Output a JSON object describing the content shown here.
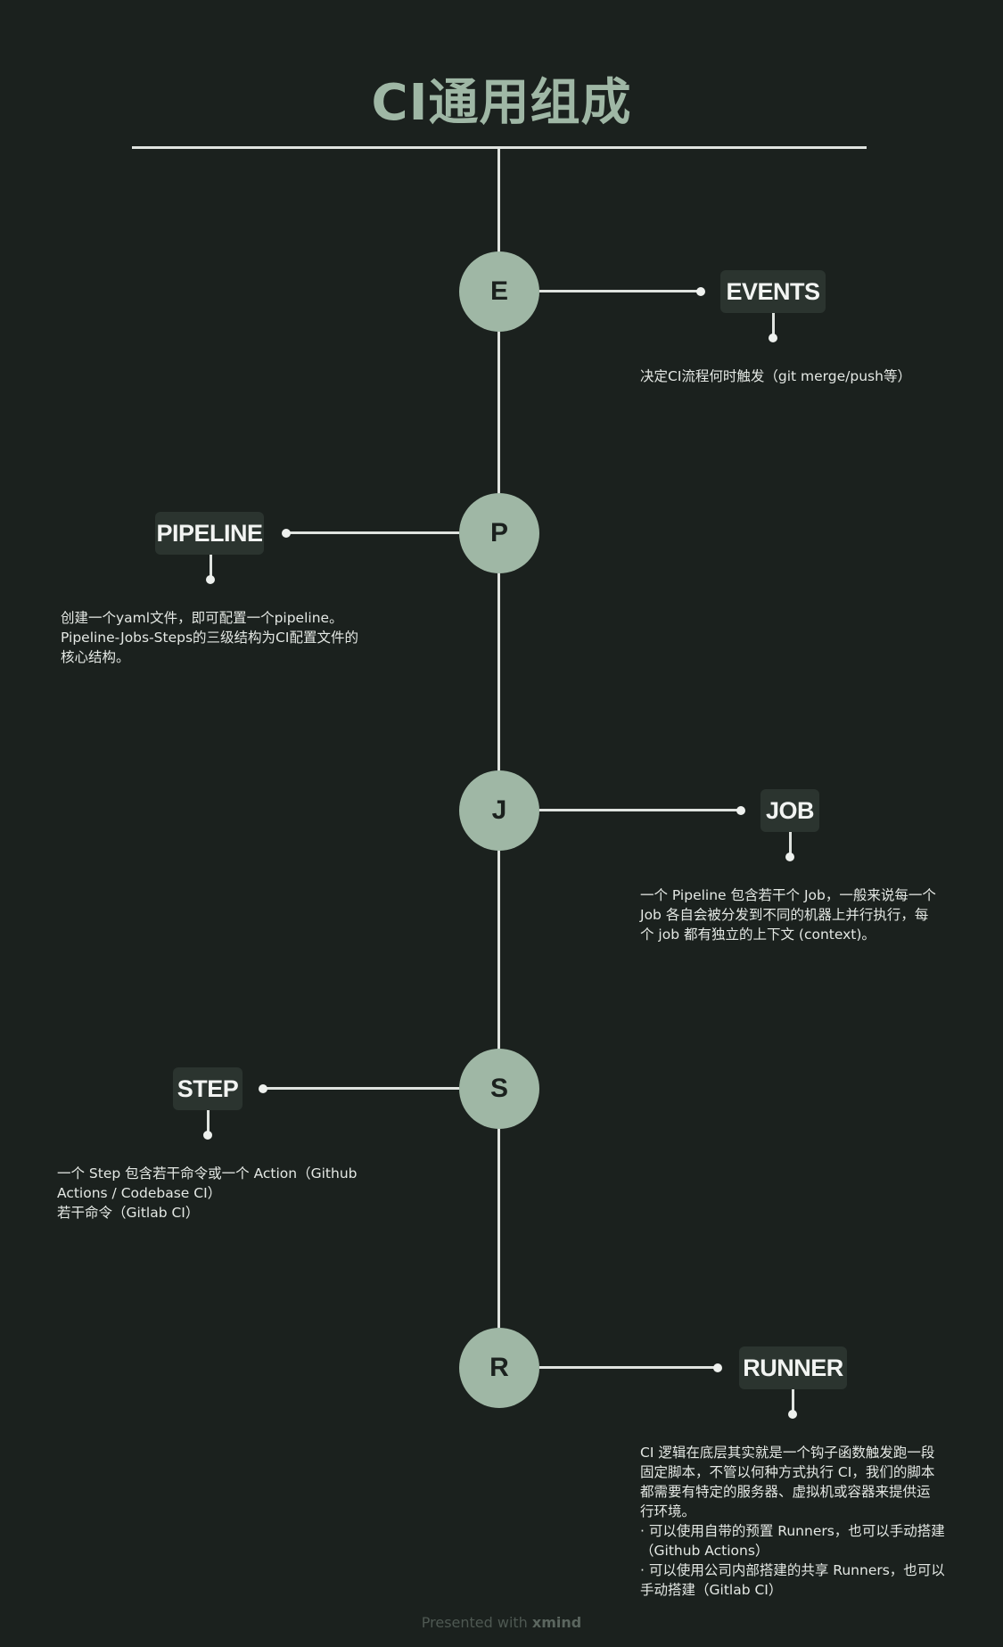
{
  "title": "CI通用组成",
  "nodes": [
    {
      "letter": "E",
      "label": "EVENTS",
      "desc": [
        "决定CI流程何时触发（git merge/push等）"
      ]
    },
    {
      "letter": "P",
      "label": "PIPELINE",
      "desc": [
        "创建一个yaml文件，即可配置一个pipeline。",
        "Pipeline-Jobs-Steps的三级结构为CI配置文件的",
        "核心结构。"
      ]
    },
    {
      "letter": "J",
      "label": "JOB",
      "desc": [
        "一个 Pipeline 包含若干个 Job，一般来说每一个",
        "Job 各自会被分发到不同的机器上并行执行，每",
        "个 job 都有独立的上下文 (context)。"
      ]
    },
    {
      "letter": "S",
      "label": "STEP",
      "desc": [
        "一个 Step 包含若干命令或一个 Action（Github",
        "Actions / Codebase CI）",
        "若干命令（Gitlab CI）"
      ]
    },
    {
      "letter": "R",
      "label": "RUNNER",
      "desc": [
        "CI 逻辑在底层其实就是一个钩子函数触发跑一段",
        "固定脚本，不管以何种方式执行 CI，我们的脚本",
        "都需要有特定的服务器、虚拟机或容器来提供运",
        "行环境。",
        "· 可以使用自带的预置 Runners，也可以手动搭建",
        "（Github Actions）",
        "· 可以使用公司内部搭建的共享 Runners，也可以",
        "手动搭建（Gitlab CI）"
      ]
    }
  ],
  "footer": {
    "prefix": "Presented with ",
    "brand": "xmind"
  }
}
